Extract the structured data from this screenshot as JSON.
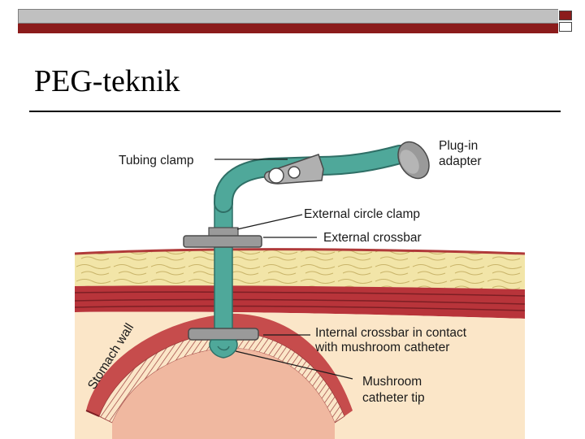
{
  "slide": {
    "title": "PEG-teknik"
  },
  "colors": {
    "accent": "#8b1b1b",
    "bar_gray": "#c0c0c0",
    "tube": "#4fa89a",
    "fat": "#f2e5a8",
    "muscle": "#b8343a",
    "stomach": "#f0b8a0",
    "clamp": "#8a8a8a"
  },
  "figure": {
    "labels": {
      "tubing_clamp": "Tubing clamp",
      "plug_in_adapter_l1": "Plug-in",
      "plug_in_adapter_l2": "adapter",
      "external_circle_clamp": "External circle clamp",
      "external_crossbar": "External crossbar",
      "internal_crossbar_l1": "Internal crossbar in contact",
      "internal_crossbar_l2": "with mushroom catheter",
      "mushroom_tip_l1": "Mushroom",
      "mushroom_tip_l2": "catheter tip",
      "stomach_wall": "Stomach wall"
    },
    "icons": [
      "tubing-clamp-icon",
      "plug-in-adapter-icon",
      "mushroom-catheter-icon"
    ]
  }
}
